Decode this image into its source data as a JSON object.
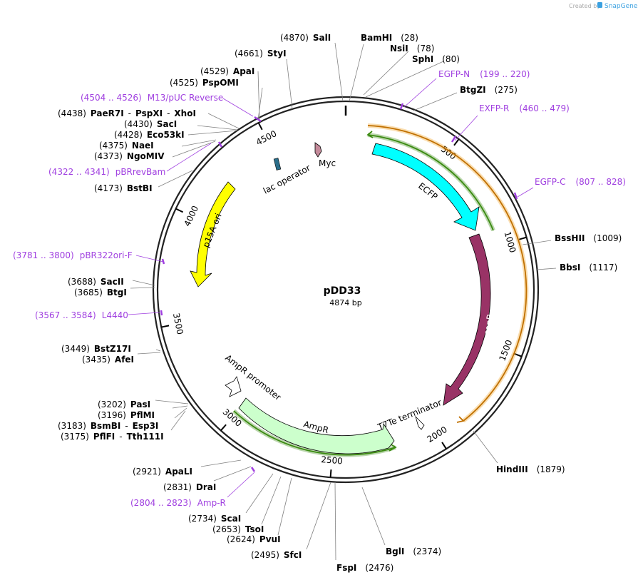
{
  "credit": {
    "created_by": "Created by",
    "brand": "SnapGene"
  },
  "plasmid": {
    "name": "pDD33",
    "length_label": "4874 bp",
    "length": 4874
  },
  "ticks": [
    "500",
    "1000",
    "1500",
    "2000",
    "2500",
    "3000",
    "3500",
    "4000",
    "4500"
  ],
  "enzymes": [
    {
      "pos": "(4870)",
      "name": "SalI"
    },
    {
      "pos": "(28)",
      "name": "BamHI"
    },
    {
      "pos": "(78)",
      "name": "NsiI"
    },
    {
      "pos": "(80)",
      "name": "SphI"
    },
    {
      "pos": "(275)",
      "name": "BtgZI"
    },
    {
      "pos": "(1009)",
      "name": "BssHII"
    },
    {
      "pos": "(1117)",
      "name": "BbsI"
    },
    {
      "pos": "(1879)",
      "name": "HindIII"
    },
    {
      "pos": "(2374)",
      "name": "BglI"
    },
    {
      "pos": "(2476)",
      "name": "FspI"
    },
    {
      "pos": "(2495)",
      "name": "SfcI"
    },
    {
      "pos": "(2624)",
      "name": "PvuI"
    },
    {
      "pos": "(2653)",
      "name": "TsoI"
    },
    {
      "pos": "(2734)",
      "name": "ScaI"
    },
    {
      "pos": "(2831)",
      "name": "DraI"
    },
    {
      "pos": "(2921)",
      "name": "ApaLI"
    },
    {
      "pos": "(3175)",
      "name": "PflFI",
      "extra": "Tth111I"
    },
    {
      "pos": "(3183)",
      "name": "BsmBI",
      "extra": "Esp3I"
    },
    {
      "pos": "(3196)",
      "name": "PflMI"
    },
    {
      "pos": "(3202)",
      "name": "PasI"
    },
    {
      "pos": "(3435)",
      "name": "AfeI"
    },
    {
      "pos": "(3449)",
      "name": "BstZ17I"
    },
    {
      "pos": "(3685)",
      "name": "BtgI"
    },
    {
      "pos": "(3688)",
      "name": "SacII"
    },
    {
      "pos": "(4173)",
      "name": "BstBI"
    },
    {
      "pos": "(4373)",
      "name": "NgoMIV"
    },
    {
      "pos": "(4375)",
      "name": "NaeI"
    },
    {
      "pos": "(4428)",
      "name": "Eco53kI"
    },
    {
      "pos": "(4430)",
      "name": "SacI"
    },
    {
      "pos": "(4438)",
      "name": "PaeR7I",
      "extra": "PspXI",
      "extra2": "XhoI"
    },
    {
      "pos": "(4525)",
      "name": "PspOMI"
    },
    {
      "pos": "(4529)",
      "name": "ApaI"
    },
    {
      "pos": "(4661)",
      "name": "StyI"
    }
  ],
  "primers": [
    {
      "name": "EGFP-N",
      "range": "(199 .. 220)"
    },
    {
      "name": "EXFP-R",
      "range": "(460 .. 479)"
    },
    {
      "name": "EGFP-C",
      "range": "(807 .. 828)"
    },
    {
      "name": "Amp-R",
      "range": "(2804 .. 2823)"
    },
    {
      "name": "L4440",
      "range": "(3567 .. 3584)"
    },
    {
      "name": "pBR322ori-F",
      "range": "(3781 .. 3800)"
    },
    {
      "name": "pBRrevBam",
      "range": "(4322 .. 4341)"
    },
    {
      "name": "M13/pUC Reverse",
      "range": "(4504 .. 4526)"
    }
  ],
  "features": [
    {
      "name": "ECFP",
      "color": "#00ffff"
    },
    {
      "name": "sopB",
      "color": "#993366"
    },
    {
      "name": "AmpR",
      "color": "#ccffcc"
    },
    {
      "name": "AmpR promoter",
      "color": "#ffffff"
    },
    {
      "name": "T7Te terminator",
      "color": "#ffffff"
    },
    {
      "name": "p15A ori",
      "color": "#ffff00"
    },
    {
      "name": "lac operator",
      "color": "#2a6e8a"
    },
    {
      "name": "Myc",
      "color": "#c48a9a"
    }
  ],
  "colors": {
    "orf_orange": "#f0a020",
    "orf_green": "#3a8a10",
    "primer": "#a040e0",
    "backbone": "#222222"
  }
}
